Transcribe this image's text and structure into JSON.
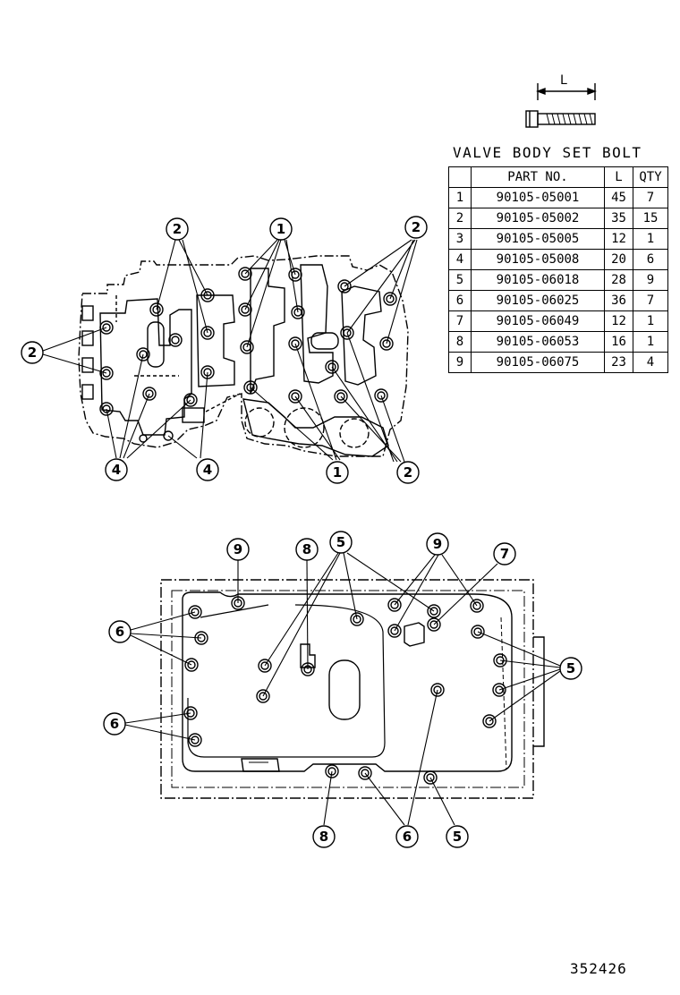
{
  "bolt_illustration": {
    "dimension_label": "L"
  },
  "table": {
    "title": "VALVE BODY SET BOLT",
    "headers": [
      "",
      "PART NO.",
      "L",
      "QTY"
    ],
    "rows": [
      [
        "1",
        "90105-05001",
        "45",
        "7"
      ],
      [
        "2",
        "90105-05002",
        "35",
        "15"
      ],
      [
        "3",
        "90105-05005",
        "12",
        "1"
      ],
      [
        "4",
        "90105-05008",
        "20",
        "6"
      ],
      [
        "5",
        "90105-06018",
        "28",
        "9"
      ],
      [
        "6",
        "90105-06025",
        "36",
        "7"
      ],
      [
        "7",
        "90105-06049",
        "12",
        "1"
      ],
      [
        "8",
        "90105-06053",
        "16",
        "1"
      ],
      [
        "9",
        "90105-06075",
        "23",
        "4"
      ]
    ]
  },
  "callouts": {
    "upper": [
      "2",
      "1",
      "2",
      "2",
      "4",
      "4",
      "1",
      "2"
    ],
    "lower": [
      "9",
      "8",
      "5",
      "9",
      "7",
      "6",
      "5",
      "6",
      "8",
      "6",
      "5"
    ]
  },
  "illustration_code": "352426"
}
